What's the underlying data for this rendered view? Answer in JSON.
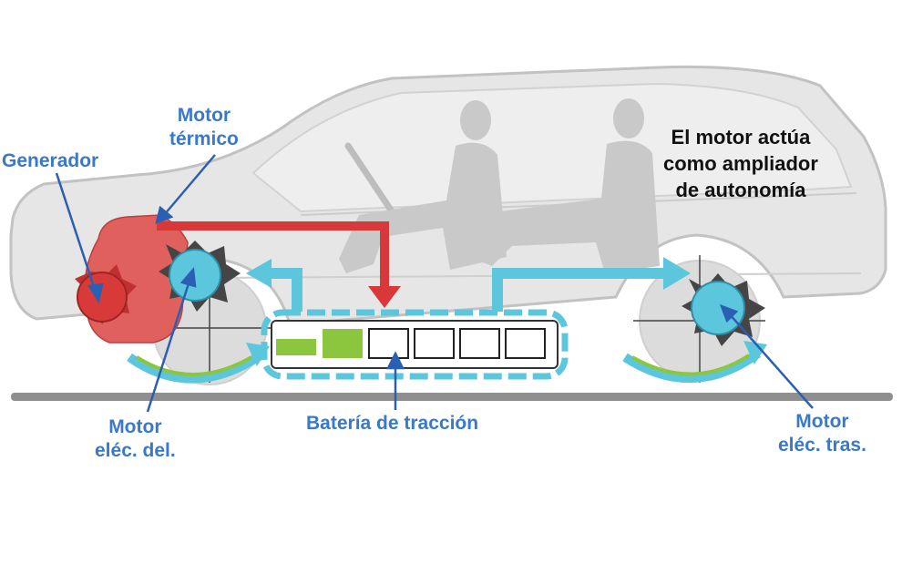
{
  "labels": {
    "generator": "Generador",
    "thermal_engine": [
      "Motor",
      "térmico"
    ],
    "front_motor": [
      "Motor",
      "eléc. del."
    ],
    "battery": "Batería de tracción",
    "rear_motor": [
      "Motor",
      "eléc. tras."
    ]
  },
  "note": [
    "El motor actúa",
    "como ampliador",
    "de autonomía"
  ],
  "colors": {
    "label_blue": "#3a78c9",
    "engine_red": "#e0605e",
    "generator_red": "#d83a3a",
    "motor_cyan": "#5cc6dc",
    "flow_red": "#d8383a",
    "flow_cyan": "#5cc6dc",
    "charge_green": "#8cc63f",
    "body_grey": "#e6e6e6",
    "ground_grey": "#8f8f8f"
  },
  "battery": {
    "cells_total": 6,
    "cells_charged": 2
  }
}
